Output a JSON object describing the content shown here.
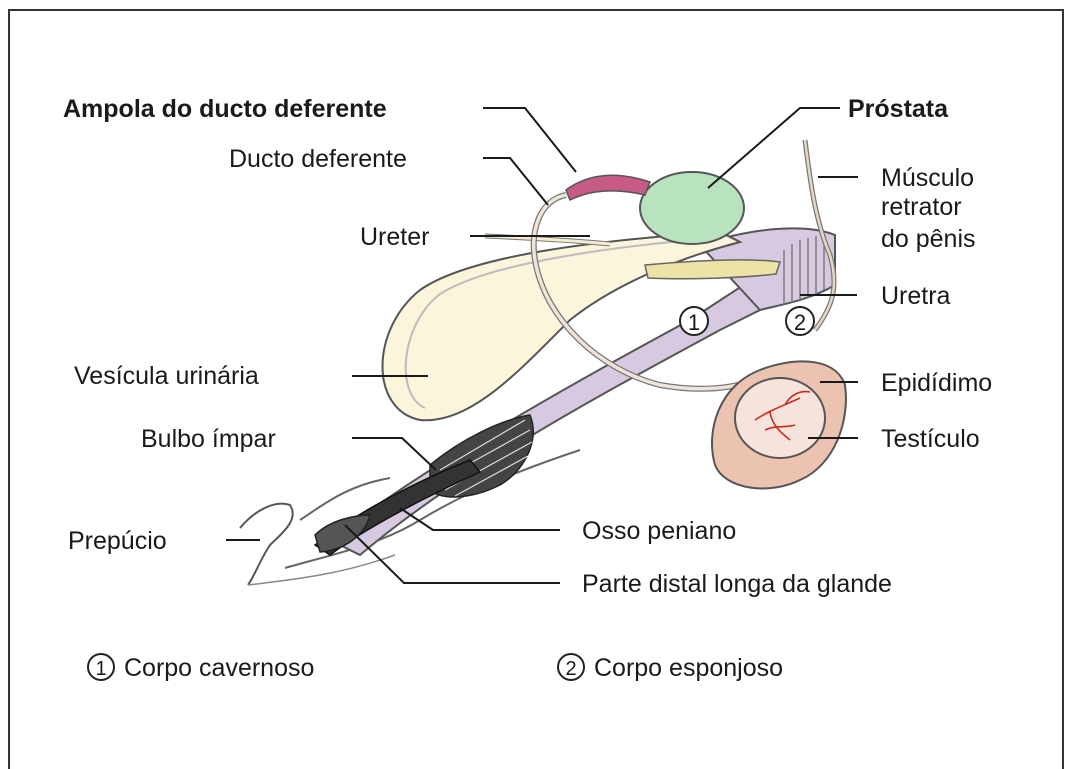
{
  "labels": {
    "ampola": "Ampola do ducto deferente",
    "prostata": "Próstata",
    "ducto_deferente": "Ducto deferente",
    "musculo_1": "Músculo",
    "musculo_2": "retrator",
    "musculo_3": "do pênis",
    "ureter": "Ureter",
    "uretra": "Uretra",
    "vesicula": "Vesícula urinária",
    "epididimo": "Epidídimo",
    "bulbo": "Bulbo ímpar",
    "testiculo": "Testículo",
    "prepucio": "Prepúcio",
    "osso": "Osso peniano",
    "parte_distal": "Parte distal longa da glande"
  },
  "markers": {
    "m1": "1",
    "m2": "2"
  },
  "legend": {
    "item1": "Corpo cavernoso",
    "item2": "Corpo esponjoso"
  },
  "colors": {
    "prostate": "#b9e2bf",
    "ampulla": "#c75b87",
    "bladder": "#fbf5dc",
    "urethra": "#d7c9e0",
    "testis": "#ecc3b0",
    "vessels": "#d02a1e",
    "bone": "#ece3a6"
  }
}
